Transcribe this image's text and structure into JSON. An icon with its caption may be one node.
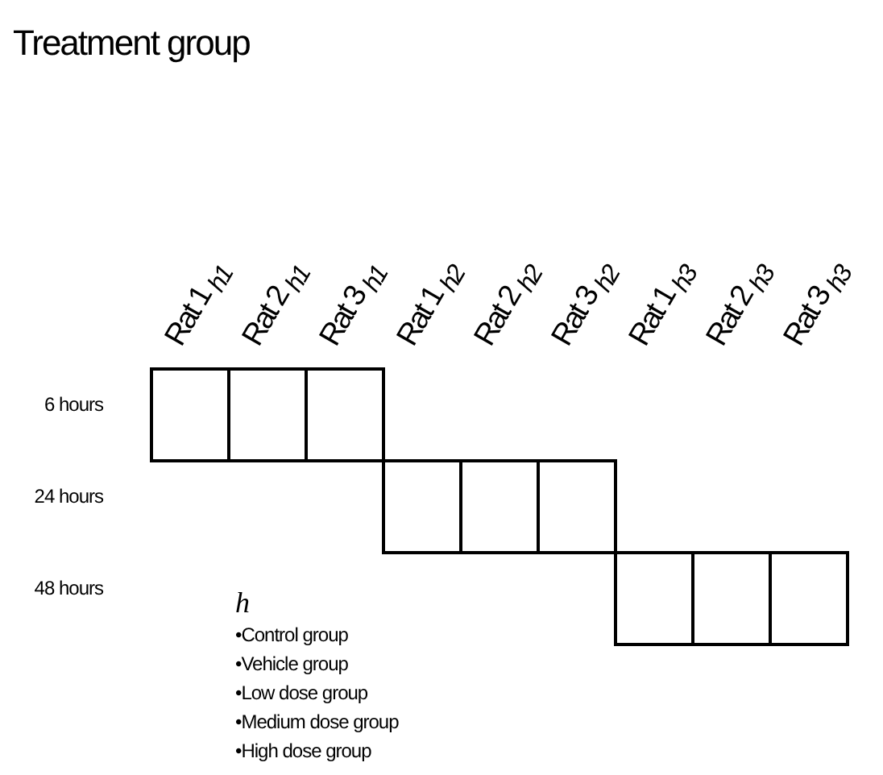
{
  "diagram": {
    "title": "Treatment group",
    "nodes": [
      {
        "text": [],
        "shape": "box"
      },
      {
        "text": [],
        "shape": "box"
      },
      {
        "text": [],
        "shape": "box"
      },
      {
        "text": [],
        "shape": "box"
      },
      {
        "text": [],
        "shape": "box"
      },
      {
        "text": [],
        "shape": "box"
      },
      {
        "text": [],
        "shape": "box"
      },
      {
        "text": [],
        "shape": "box"
      },
      {
        "text": [],
        "shape": "box"
      }
    ],
    "labels": [
      "Rat 1 *$_{h1}$*",
      "Rat 2 *$_{h1}$*",
      "Rat 3 *$_{h1}$*",
      "Rat 1 *$_{h2}$*",
      "Rat 2 *$_{h2}$*",
      "Rat 3 *$_{h2}$*",
      "Rat 1 *$_{h3}$*",
      "Rat 2 *$_{h3}$*",
      "Rat 3 *$_{h3}$*",
      "6 hours",
      "24 hours",
      "48 hours",
      "h",
      "•Control group",
      "•Vehicle group",
      "•Low dose group",
      "•Medium dose group",
      "•High dose group"
    ]
  }
}
